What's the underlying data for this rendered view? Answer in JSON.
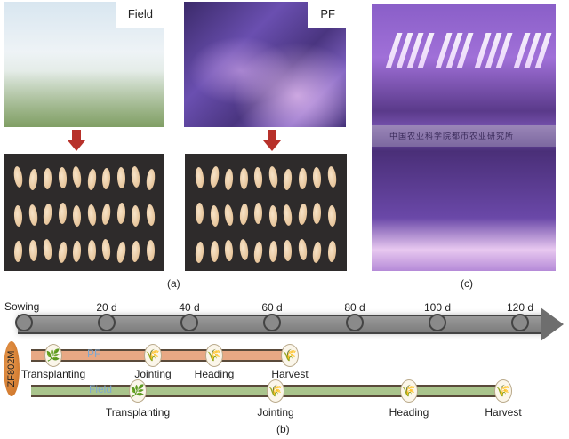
{
  "panel_a": {
    "label": "(a)",
    "field_photo_label": "Field",
    "pf_photo_label": "PF",
    "grain_rows": 3,
    "grains_per_row": 10
  },
  "panel_c": {
    "label": "(c)",
    "plate_text": "中国农业科学院都市农业研究所"
  },
  "panel_b": {
    "label": "(b)",
    "start_label": "Sowing",
    "ticks": [
      "20 d",
      "40 d",
      "60 d",
      "80 d",
      "100 d",
      "120 d"
    ],
    "variety": "ZF802M",
    "pf_track": {
      "name": "PF",
      "stages": [
        "Transplanting",
        "Jointing",
        "Heading",
        "Harvest"
      ]
    },
    "field_track": {
      "name": "Field",
      "stages": [
        "Transplanting",
        "Jointing",
        "Heading",
        "Harvest"
      ]
    }
  },
  "colors": {
    "arrow_red": "#b7312a",
    "pf_bar": "#e8a884",
    "field_bar": "#a9c48c",
    "timeline_gray": "#8a8a8a",
    "track_name_blue": "#7fa8d0"
  }
}
